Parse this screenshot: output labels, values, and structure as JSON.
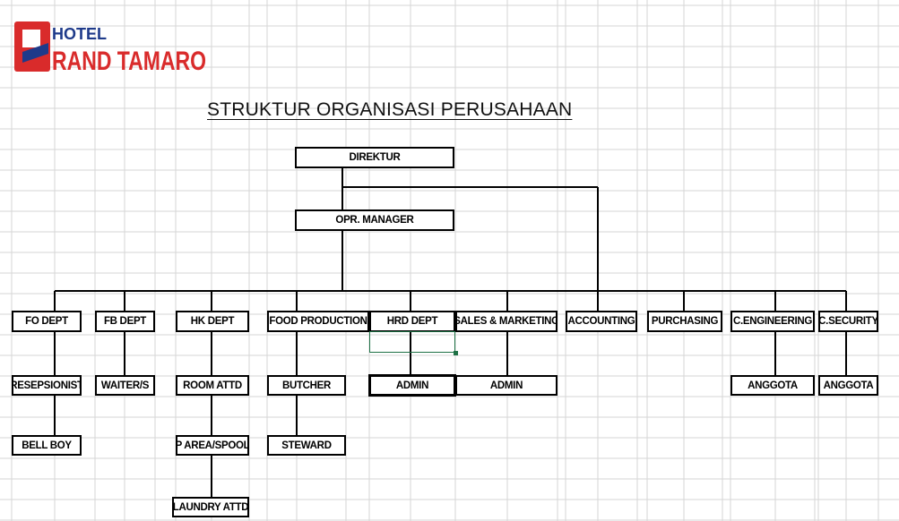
{
  "logo": {
    "hotel_text": "HOTEL",
    "brand_text": "RAND TAMARO",
    "brand_color": "#d92b2b",
    "mark_color": "#1e3a8a"
  },
  "title": "STRUKTUR ORGANISASI PERUSAHAAN",
  "colors": {
    "grid": "#d6d6d6",
    "line": "#000000",
    "selection": "#1e7145"
  },
  "chart": {
    "direktur": "DIREKTUR",
    "opr_manager": "OPR. MANAGER",
    "fo_dept": "FO DEPT",
    "fb_dept": "FB DEPT",
    "hk_dept": "HK DEPT",
    "food_production": "FOOD PRODUCTION",
    "hrd_dept": "HRD DEPT",
    "sales_marketing": "SALES & MARKETING",
    "accounting": "ACCOUNTING",
    "purchasing": "PURCHASING",
    "c_engineering": "C.ENGINEERING",
    "c_security": "C.SECURITY",
    "resepsionist": "RESEPSIONIST",
    "waiters": "WAITER/S",
    "room_attd": "ROOM ATTD",
    "butcher": "BUTCHER",
    "hrd_admin": "ADMIN",
    "sales_admin": "ADMIN",
    "eng_anggota": "ANGGOTA",
    "sec_anggota": "ANGGOTA",
    "bell_boy": "BELL BOY",
    "p_area_spool": "P AREA/SPOOL",
    "steward": "STEWARD",
    "laundry_attd": "LAUNDRY ATTD"
  }
}
